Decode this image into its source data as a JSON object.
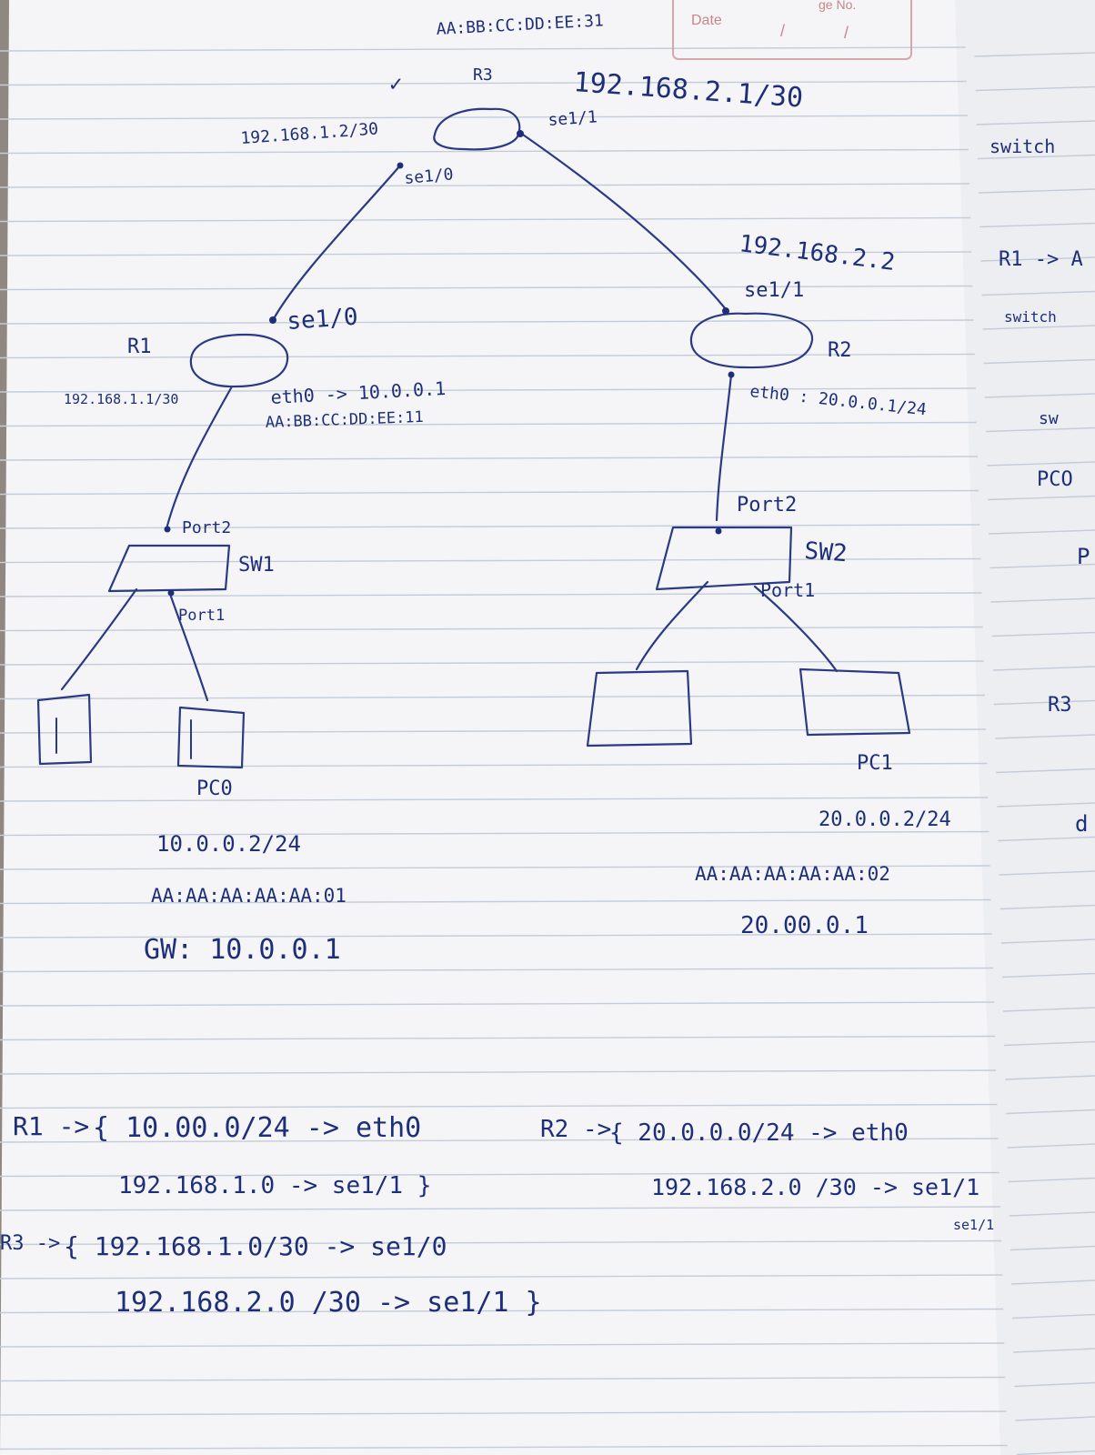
{
  "header": {
    "date_label": "Date",
    "page_label": "ge No.",
    "date_slashes": [
      "/",
      "/"
    ]
  },
  "routers": {
    "r3": {
      "name": "R3",
      "mac": "AA:BB:CC:DD:EE:31",
      "ip_left": "192.168.1.2/30",
      "ip_right": "192.168.2.1/30",
      "if_left": "se1/0",
      "if_right": "se1/1"
    },
    "r1": {
      "name": "R1",
      "ip": "192.168.1.1/30",
      "serial": "se1/0",
      "eth": "eth0 -> 10.0.0.1",
      "mac": "AA:BB:CC:DD:EE:11"
    },
    "r2": {
      "name": "R2",
      "ip": "192.168.2.2",
      "serial": "se1/1",
      "eth": "eth0 : 20.0.0.1/24"
    }
  },
  "switches": {
    "sw1": {
      "name": "SW1",
      "port_up": "Port2",
      "port_down": "Port1"
    },
    "sw2": {
      "name": "SW2",
      "port_up": "Port2",
      "port_down": "Port1"
    }
  },
  "hosts": {
    "pc0": {
      "name": "PC0",
      "ip": "10.0.0.2/24",
      "mac": "AA:AA:AA:AA:AA:01",
      "gw": "GW: 10.0.0.1"
    },
    "pc1": {
      "name": "PC1",
      "ip": "20.0.0.2/24",
      "mac": "AA:AA:AA:AA:AA:02",
      "gw": "20.00.0.1"
    }
  },
  "routing": {
    "r1": {
      "label": "R1 ->",
      "line1": "{ 10.00.0/24 -> eth0",
      "line2": "192.168.1.0 -> se1/1 }"
    },
    "r2": {
      "label": "R2 ->",
      "line1": "{ 20.0.0.0/24 -> eth0",
      "line2": "192.168.2.0 /30 -> se1/1",
      "note": "se1/1"
    },
    "r3": {
      "label": "R3 ->",
      "line1": "{ 192.168.1.0/30 -> se1/0",
      "line2": "192.168.2.0 /30 -> se1/1 }"
    }
  },
  "next_page": [
    "switch",
    "R1 -> A",
    "switch",
    "sw",
    "PCO",
    "P",
    "R3",
    "d"
  ],
  "colors": {
    "ink": "#1e2f7a",
    "paper": "#f4f4f6",
    "rule": "#c4ccd7",
    "margin_rule": "#d2a8b0"
  }
}
